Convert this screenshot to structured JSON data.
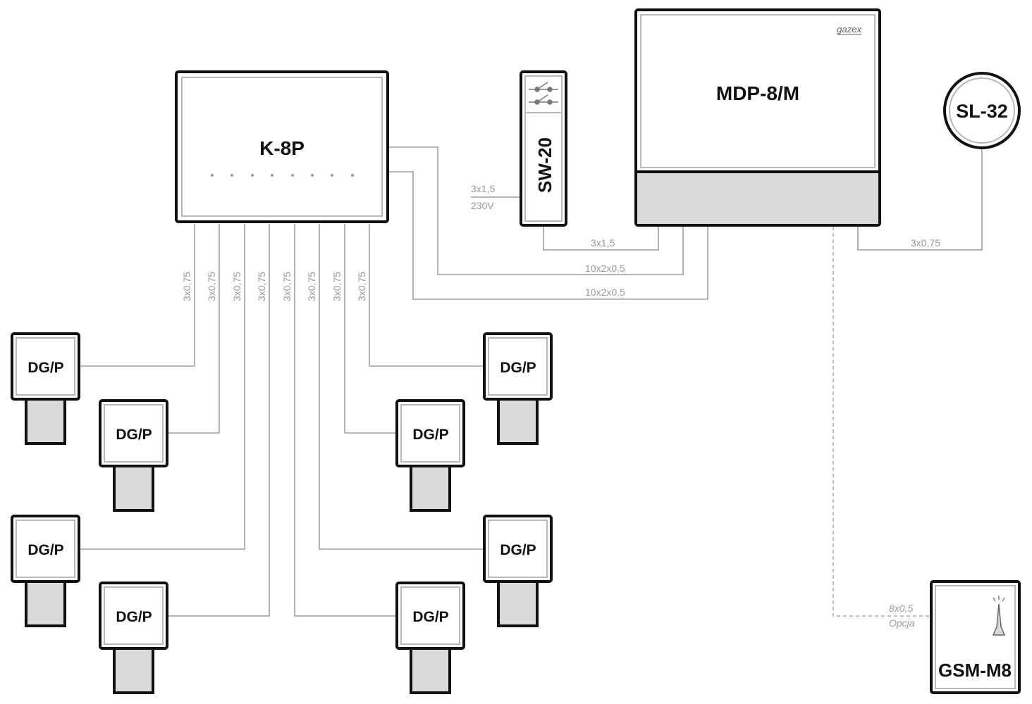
{
  "devices": {
    "controller": "K-8P",
    "control_panel": "MDP-8/M",
    "panel_brand": "gazex",
    "switch_module": "SW-20",
    "signaller": "SL-32",
    "gsm_module": "GSM-M8",
    "sensors": [
      "DG/P",
      "DG/P",
      "DG/P",
      "DG/P",
      "DG/P",
      "DG/P",
      "DG/P",
      "DG/P"
    ]
  },
  "cables": {
    "sensor_runs": [
      "3x0,75",
      "3x0,75",
      "3x0,75",
      "3x0,75",
      "3x0,75",
      "3x0,75",
      "3x0,75",
      "3x0,75"
    ],
    "power_spec": "3x1,5",
    "power_voltage": "230V",
    "sw20_to_panel": "3x1,5",
    "bus_1": "10x2x0,5",
    "bus_2": "10x2x0,5",
    "panel_to_signaller": "3x0,75",
    "gsm_spec": "8x0,5",
    "gsm_note": "Opcja"
  }
}
